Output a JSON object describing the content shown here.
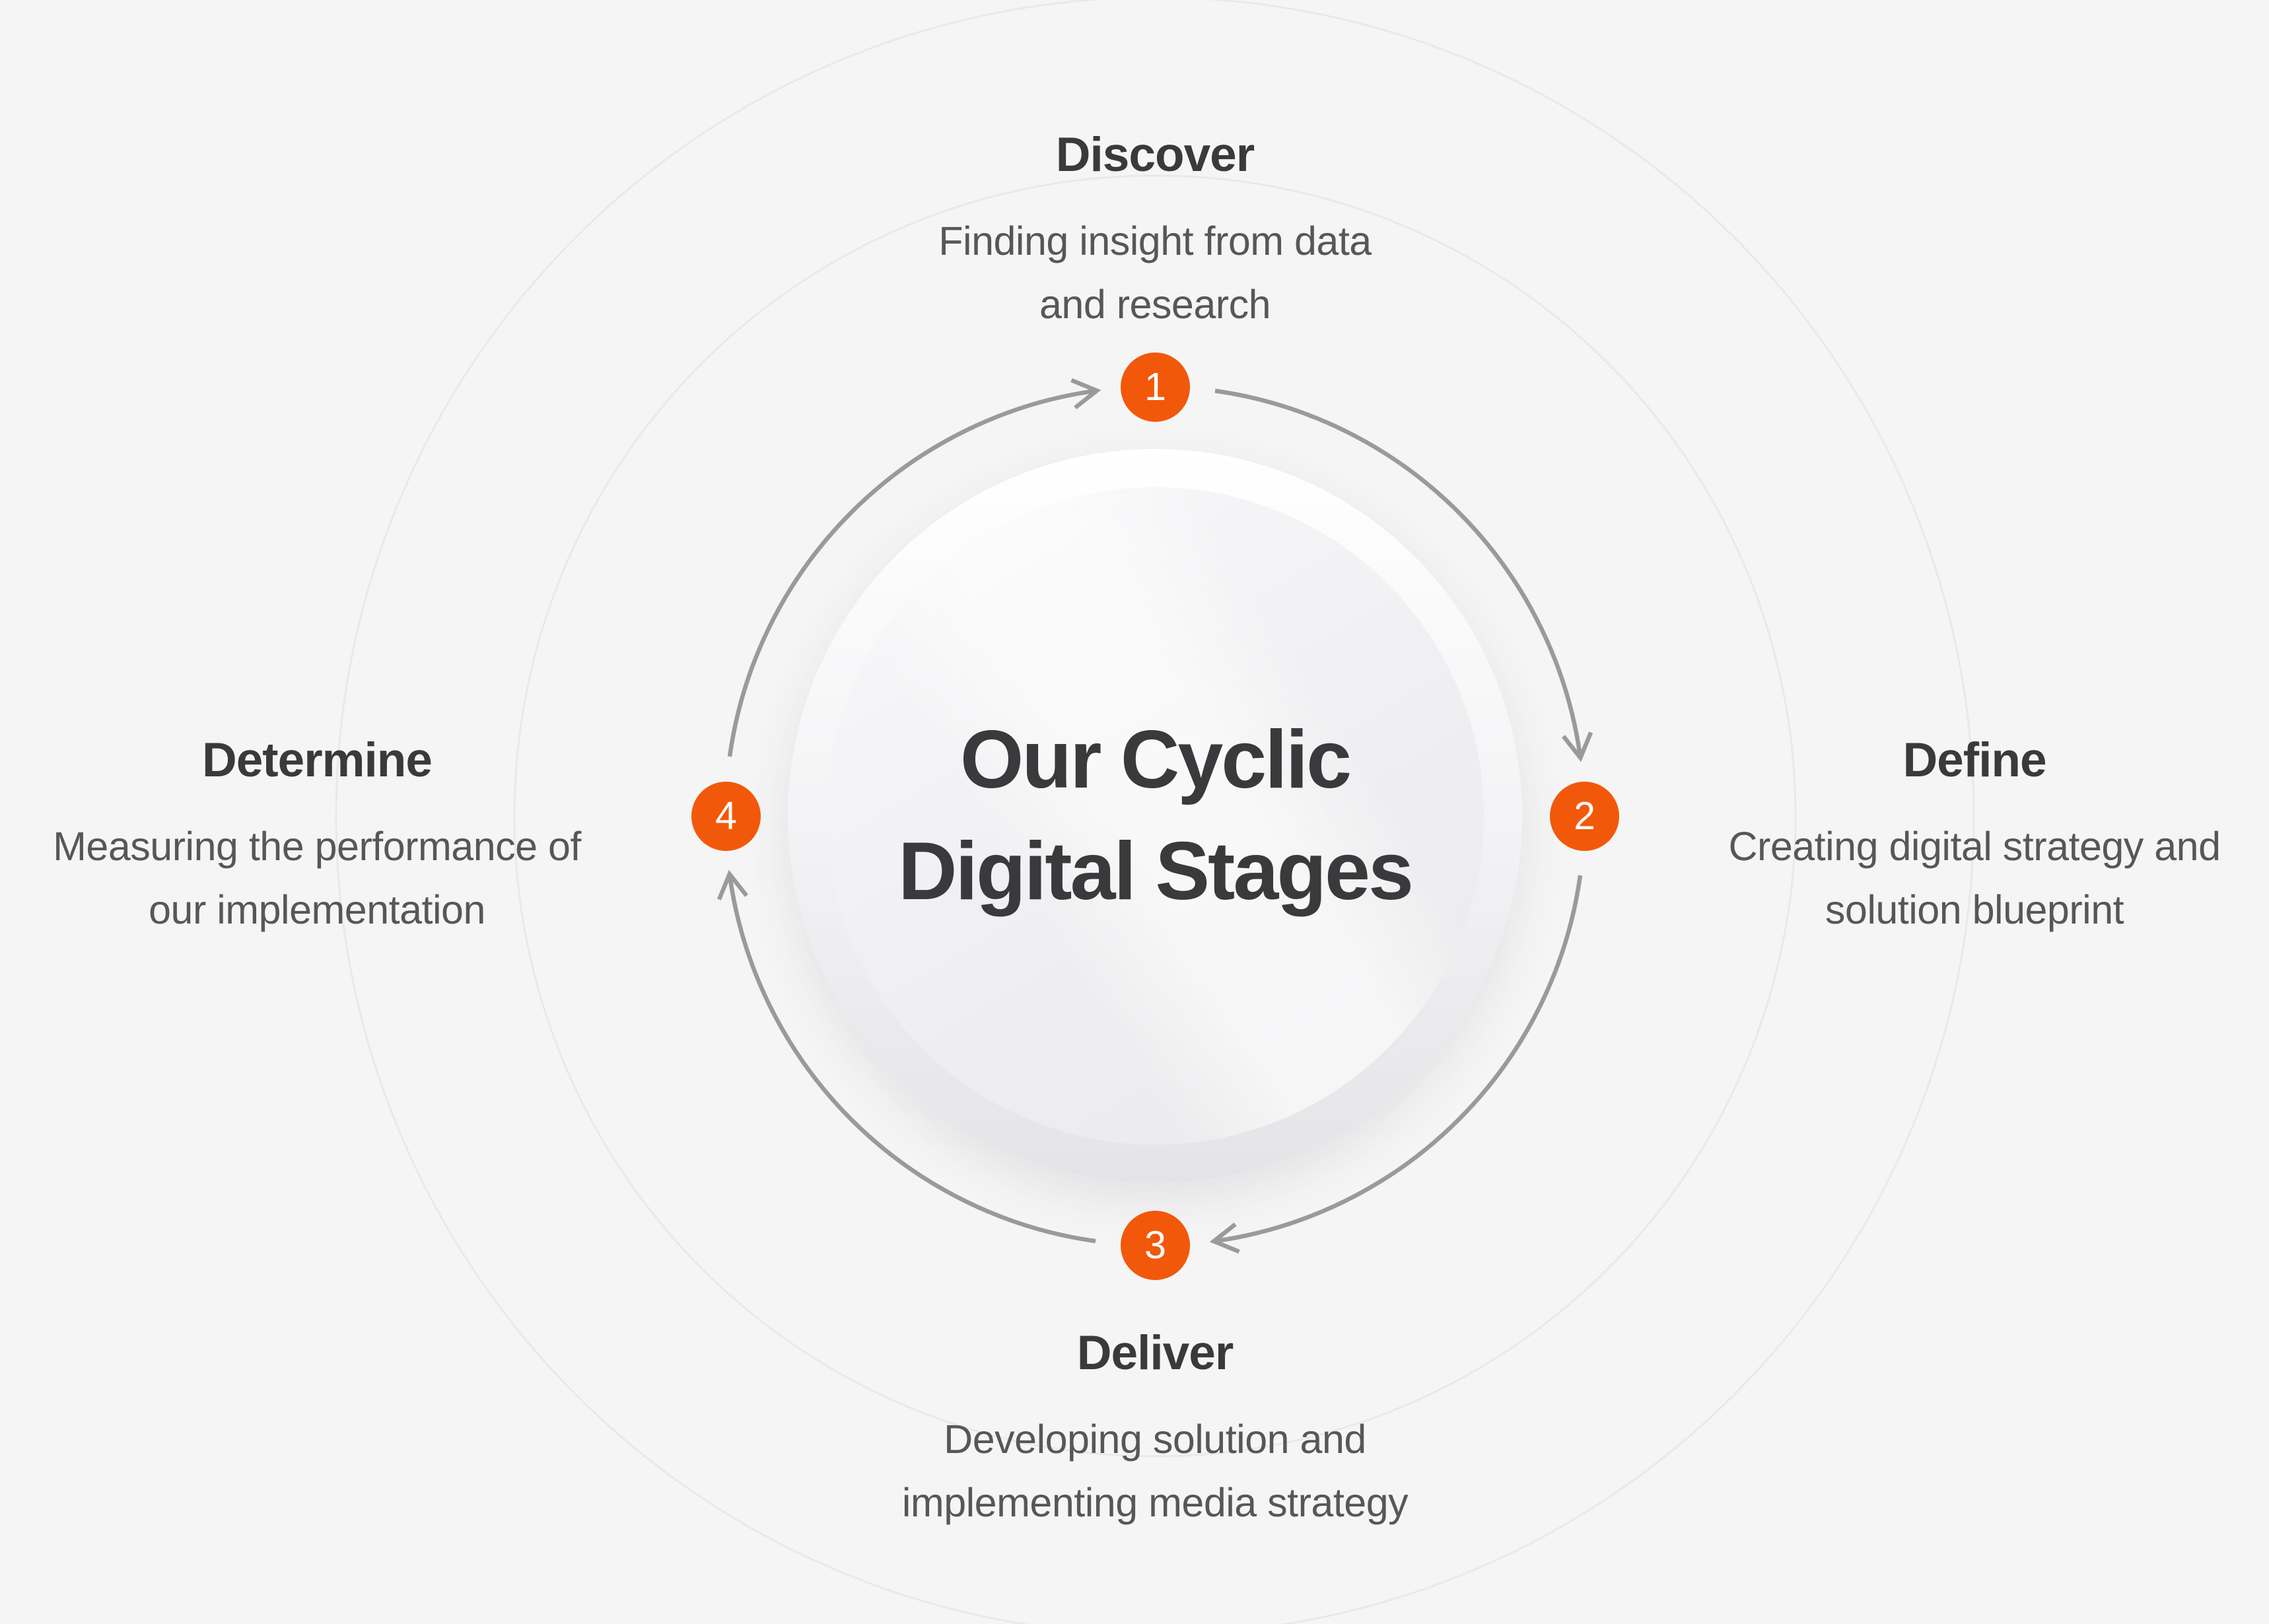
{
  "title": {
    "line1": "Our Cyclic",
    "line2": "Digital Stages"
  },
  "stages": [
    {
      "number": "1",
      "name": "Discover",
      "description_line1": "Finding insight from data",
      "description_line2": "and research",
      "position": "top"
    },
    {
      "number": "2",
      "name": "Define",
      "description_line1": "Creating digital strategy and",
      "description_line2": "solution blueprint",
      "position": "right"
    },
    {
      "number": "3",
      "name": "Deliver",
      "description_line1": "Developing solution and",
      "description_line2": "implementing media strategy",
      "position": "bottom"
    },
    {
      "number": "4",
      "name": "Determine",
      "description_line1": "Measuring the performance of",
      "description_line2": "our implementation",
      "position": "left"
    }
  ],
  "flow": {
    "direction": "clockwise",
    "order": [
      "1",
      "2",
      "3",
      "4"
    ]
  },
  "colors": {
    "background": "#F5F5F6",
    "accent_orange": "#F2580A",
    "heading_text": "#3A3A3C",
    "body_text": "#57575A",
    "arrow_gray": "#9A9A9A",
    "faint_ring": "#E9E9EB",
    "badge_number_text": "#FFFFFF"
  }
}
